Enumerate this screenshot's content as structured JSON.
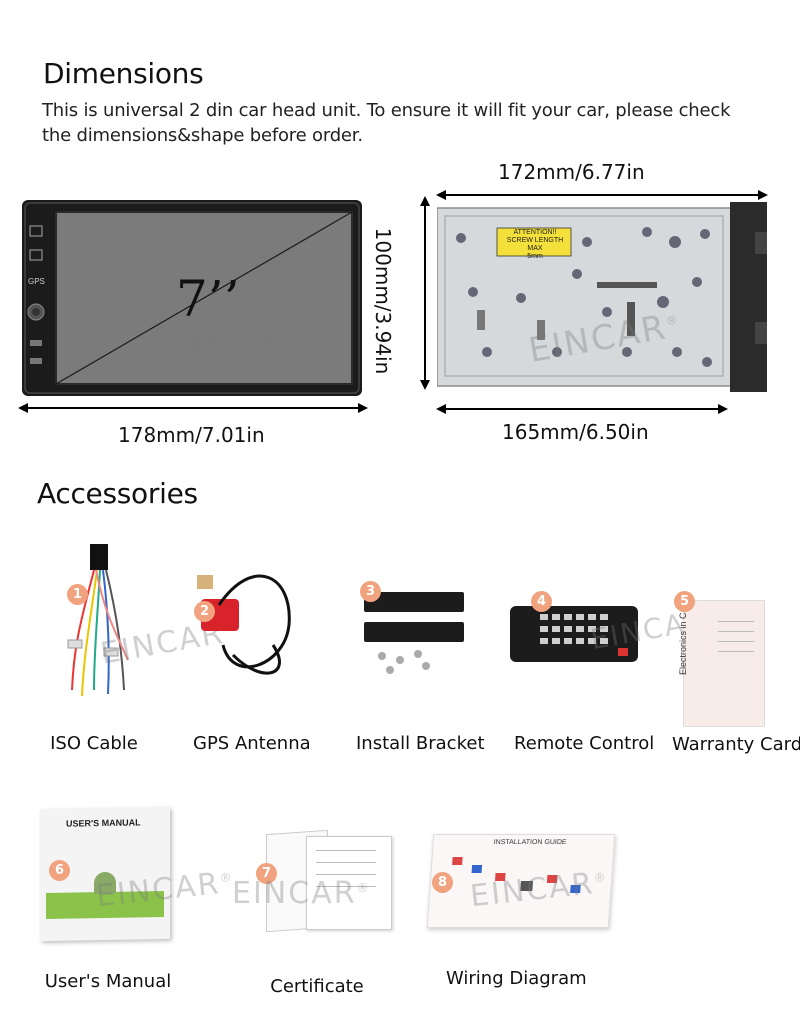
{
  "dimensions": {
    "title": "Dimensions",
    "intro": "This is universal 2 din car head unit. To ensure it will fit your car, please check the dimensions&shape before order.",
    "front_width": "178mm/7.01in",
    "height": "100mm/3.94in",
    "top_depth": "172mm/6.77in",
    "bottom_depth": "165mm/6.50in",
    "screen_size": "7’’",
    "side_labels": [
      "GPS"
    ],
    "attention_title": "ATTENTION!!",
    "attention_body": "SCREW LENGTH MAX",
    "attention_len": "5mm"
  },
  "watermark": {
    "text": "EINCAR",
    "mark": "®"
  },
  "accessories": {
    "title": "Accessories",
    "items": [
      {
        "num": "1",
        "label": "ISO Cable"
      },
      {
        "num": "2",
        "label": "GPS Antenna"
      },
      {
        "num": "3",
        "label": "Install Bracket"
      },
      {
        "num": "4",
        "label": "Remote Control"
      },
      {
        "num": "5",
        "label": "Warranty Card"
      },
      {
        "num": "6",
        "label": "User's Manual"
      },
      {
        "num": "7",
        "label": "Certificate"
      },
      {
        "num": "8",
        "label": "Wiring Diagram"
      }
    ],
    "manual_heading": "USER'S MANUAL",
    "guide_heading": "INSTALLATION GUIDE",
    "card_heading": "Electronics in Car"
  }
}
